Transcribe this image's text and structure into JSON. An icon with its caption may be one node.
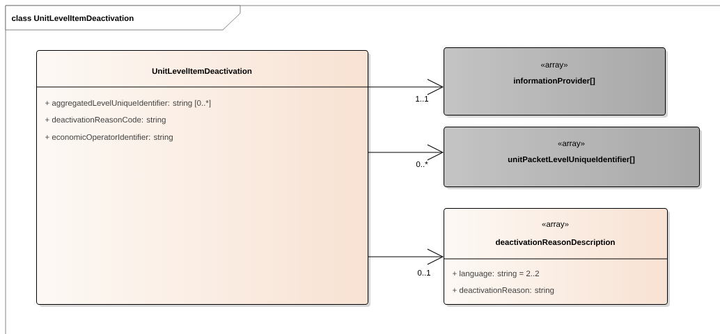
{
  "diagram": {
    "nodes": [
      {
        "text": [
          "class UnitLevelItemDeactivation"
        ]
      },
      {
        "text": [
          "UnitLevelItemDeactivation",
          "+ aggregatedLevelUniqueIdentifier: string [0..*]",
          "+ deactivationReasonCode: string",
          "+ economicOperatorIdentifier: string"
        ],
        "in": 0
      },
      {
        "text": [
          "«array»",
          "informationProvider[]"
        ],
        "in": 0
      },
      {
        "text": [
          "«array»",
          "unitPacketLevelUniqueIdentifier[]"
        ],
        "in": 0
      },
      {
        "text": [
          "«array»",
          "deactivationReasonDescription",
          "+ language: string = 2..2",
          "+ deactivationReason: string"
        ],
        "in": 0
      }
    ],
    "edges": [
      {
        "from": 1,
        "to": 2,
        "arrow": "to",
        "label": "1..1"
      },
      {
        "from": 1,
        "to": 3,
        "arrow": "to",
        "label": "0..*"
      },
      {
        "from": 1,
        "to": 4,
        "arrow": "to",
        "label": "0..1"
      }
    ]
  }
}
